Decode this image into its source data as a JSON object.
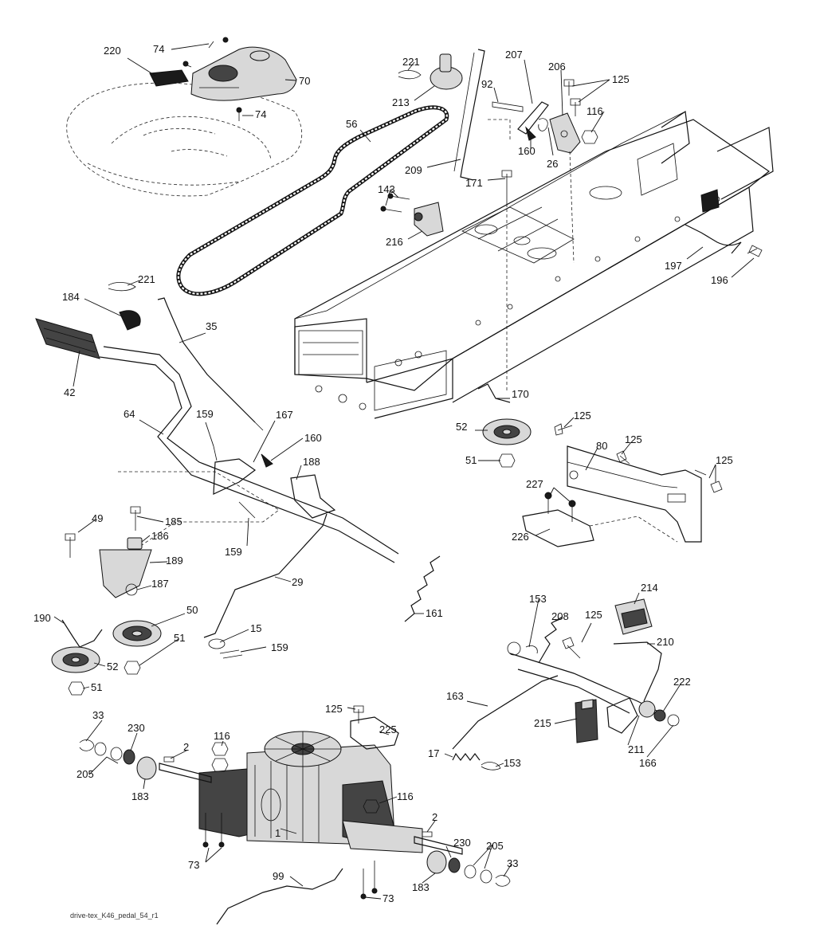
{
  "caption": "drive-tex_K46_pedal_54_r1",
  "labels": [
    "220",
    "74",
    "74",
    "70",
    "221",
    "213",
    "207",
    "92",
    "206",
    "125",
    "116",
    "160",
    "26",
    "56",
    "209",
    "143",
    "171",
    "216",
    "197",
    "196",
    "221",
    "184",
    "42",
    "35",
    "64",
    "159",
    "167",
    "160",
    "188",
    "170",
    "52",
    "51",
    "125",
    "80",
    "125",
    "125",
    "227",
    "226",
    "185",
    "186",
    "189",
    "187",
    "49",
    "159",
    "29",
    "190",
    "50",
    "51",
    "52",
    "51",
    "15",
    "159",
    "161",
    "153",
    "208",
    "125",
    "214",
    "210",
    "163",
    "215",
    "211",
    "222",
    "166",
    "153",
    "17",
    "125",
    "225",
    "116",
    "33",
    "230",
    "2",
    "205",
    "183",
    "116",
    "2",
    "230",
    "205",
    "33",
    "183",
    "73",
    "1",
    "99",
    "73"
  ],
  "colors": {
    "ink": "#111111",
    "paper": "#ffffff",
    "shade": "#d8d8d8"
  }
}
